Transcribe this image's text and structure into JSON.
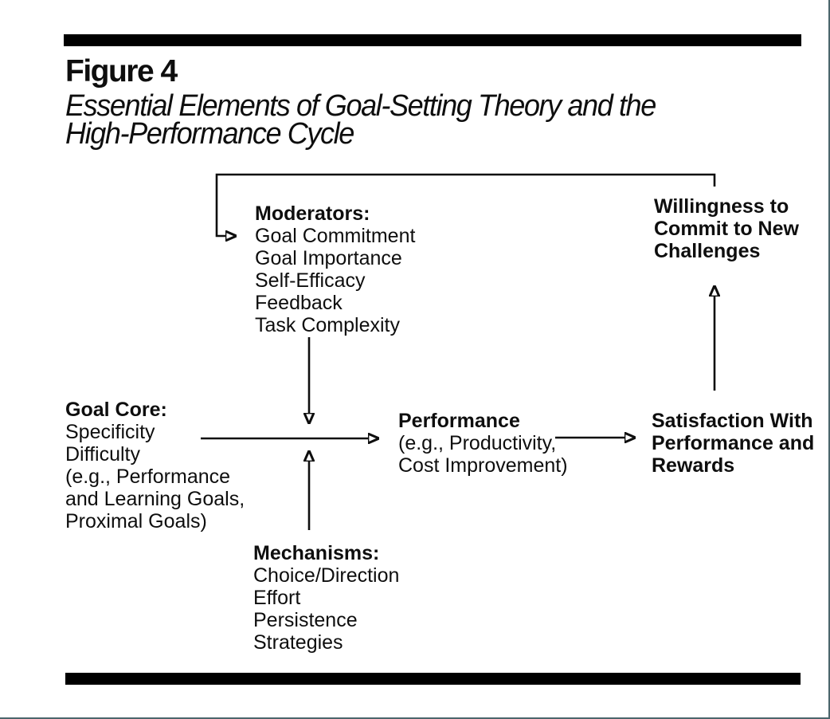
{
  "figure": {
    "label": "Figure 4",
    "caption_line1": "Essential Elements of Goal-Setting Theory and the",
    "caption_line2": "High-Performance Cycle"
  },
  "diagram": {
    "moderators": {
      "heading": "Moderators:",
      "items": [
        "Goal Commitment",
        "Goal Importance",
        "Self-Efficacy",
        "Feedback",
        "Task Complexity"
      ]
    },
    "goal_core": {
      "heading": "Goal Core:",
      "items": [
        "Specificity",
        "Difficulty",
        "(e.g., Performance",
        "and Learning Goals,",
        "Proximal Goals)"
      ]
    },
    "mechanisms": {
      "heading": "Mechanisms:",
      "items": [
        "Choice/Direction",
        "Effort",
        "Persistence",
        "Strategies"
      ]
    },
    "performance": {
      "heading": "Performance",
      "items": [
        "(e.g., Productivity,",
        "Cost Improvement)"
      ]
    },
    "satisfaction": {
      "lines": [
        "Satisfaction With",
        "Performance and",
        "Rewards"
      ]
    },
    "willingness": {
      "lines": [
        "Willingness to",
        "Commit to New",
        "Challenges"
      ]
    }
  },
  "colors": {
    "ink": "#0e0e0e",
    "rule": "#000000",
    "page_border": "#4b666c",
    "background": "#ffffff"
  }
}
